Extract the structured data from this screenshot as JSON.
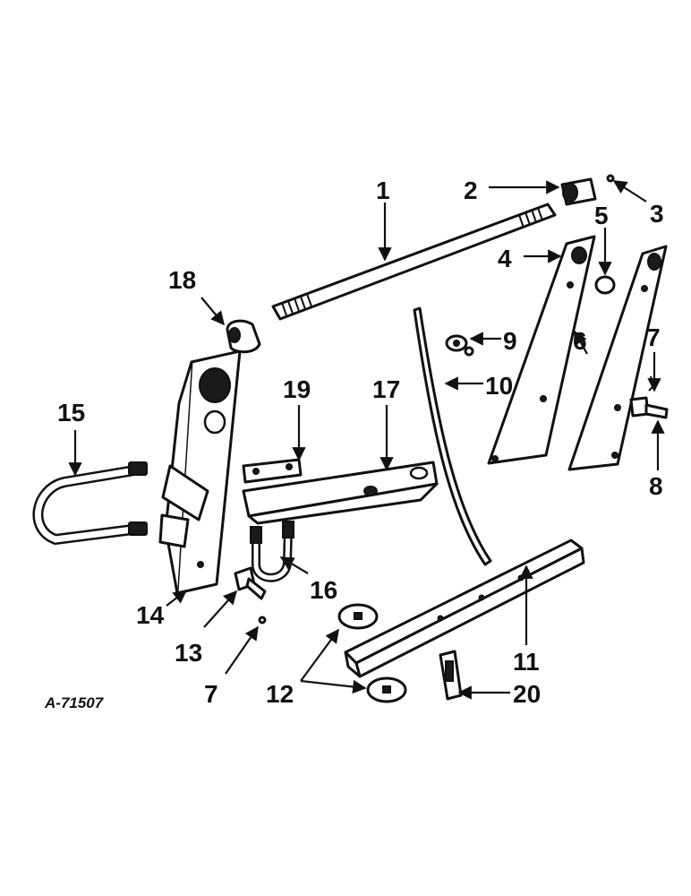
{
  "drawing_code": "A-71507",
  "callouts": {
    "c1": "1",
    "c2": "2",
    "c3": "3",
    "c4": "4",
    "c5": "5",
    "c6": "6",
    "c7a": "7",
    "c7b": "7",
    "c8": "8",
    "c9": "9",
    "c10": "10",
    "c11": "11",
    "c12": "12",
    "c13": "13",
    "c14": "14",
    "c15": "15",
    "c16": "16",
    "c17": "17",
    "c18": "18",
    "c19": "19",
    "c20": "20"
  }
}
